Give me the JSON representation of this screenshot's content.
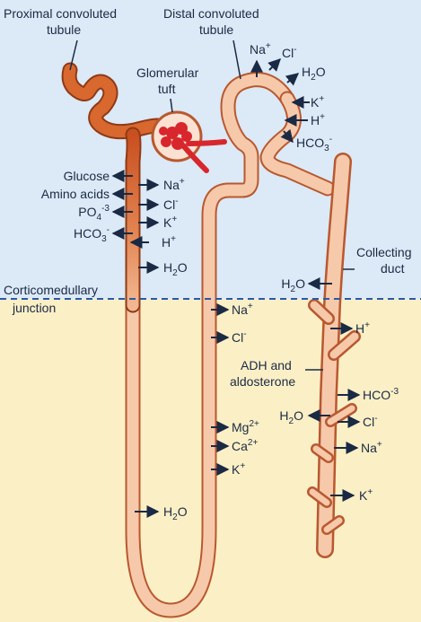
{
  "colors": {
    "cortex_bg": "#dce9f6",
    "medulla_bg": "#fbefc6",
    "tubule_fill": "#f6c9aa",
    "tubule_stroke": "#b9582f",
    "proximal_fill": "#d8682e",
    "glomerulus": "#d8262d",
    "arrow": "#1a2a44",
    "junction_line": "#2a5aa8"
  },
  "labels": {
    "proximal": [
      "Proximal convoluted",
      "tubule"
    ],
    "distal": [
      "Distal convoluted",
      "tubule"
    ],
    "glomerular": [
      "Glomerular",
      "tuft"
    ],
    "collecting": [
      "Collecting",
      "duct"
    ],
    "junction": [
      "Corticomedullary",
      "junction"
    ],
    "adh": [
      "ADH and",
      "aldosterone"
    ]
  },
  "ions": {
    "pct_out": [
      {
        "base": "Glucose",
        "sup": "",
        "sub": ""
      },
      {
        "base": "Amino acids",
        "sup": "",
        "sub": ""
      },
      {
        "base": "PO",
        "sup": "-3",
        "sub": "4"
      },
      {
        "base": "HCO",
        "sup": "-",
        "sub": "3"
      }
    ],
    "pct_in": [
      {
        "base": "Na",
        "sup": "+",
        "sub": ""
      },
      {
        "base": "Cl",
        "sup": "-",
        "sub": ""
      },
      {
        "base": "K",
        "sup": "+",
        "sub": ""
      },
      {
        "base": "H",
        "sup": "+",
        "sub": ""
      },
      {
        "base": "H",
        "sup": "",
        "sub": "2",
        "tail": "O"
      }
    ],
    "loop_down": {
      "base": "H",
      "sub": "2",
      "tail": "O"
    },
    "loop_up": [
      {
        "base": "Na",
        "sup": "+",
        "sub": ""
      },
      {
        "base": "Cl",
        "sup": "-",
        "sub": ""
      },
      {
        "base": "Mg",
        "sup": "2+",
        "sub": ""
      },
      {
        "base": "Ca",
        "sup": "2+",
        "sub": ""
      },
      {
        "base": "K",
        "sup": "+",
        "sub": ""
      }
    ],
    "dct": [
      {
        "base": "Na",
        "sup": "+",
        "sub": ""
      },
      {
        "base": "Cl",
        "sup": "-",
        "sub": ""
      },
      {
        "base": "H",
        "sup": "",
        "sub": "2",
        "tail": "O"
      },
      {
        "base": "K",
        "sup": "+",
        "sub": ""
      },
      {
        "base": "H",
        "sup": "+",
        "sub": ""
      },
      {
        "base": "HCO",
        "sup": "-",
        "sub": "3"
      }
    ],
    "cd": [
      {
        "base": "H",
        "sup": "",
        "sub": "2",
        "tail": "O"
      },
      {
        "base": "H",
        "sup": "+",
        "sub": ""
      },
      {
        "base": "HCO",
        "sup": "-3",
        "sub": ""
      },
      {
        "base": "H",
        "sup": "",
        "sub": "2",
        "tail": "O"
      },
      {
        "base": "Cl",
        "sup": "-",
        "sub": ""
      },
      {
        "base": "Na",
        "sup": "+",
        "sub": ""
      },
      {
        "base": "K",
        "sup": "+",
        "sub": ""
      }
    ]
  }
}
